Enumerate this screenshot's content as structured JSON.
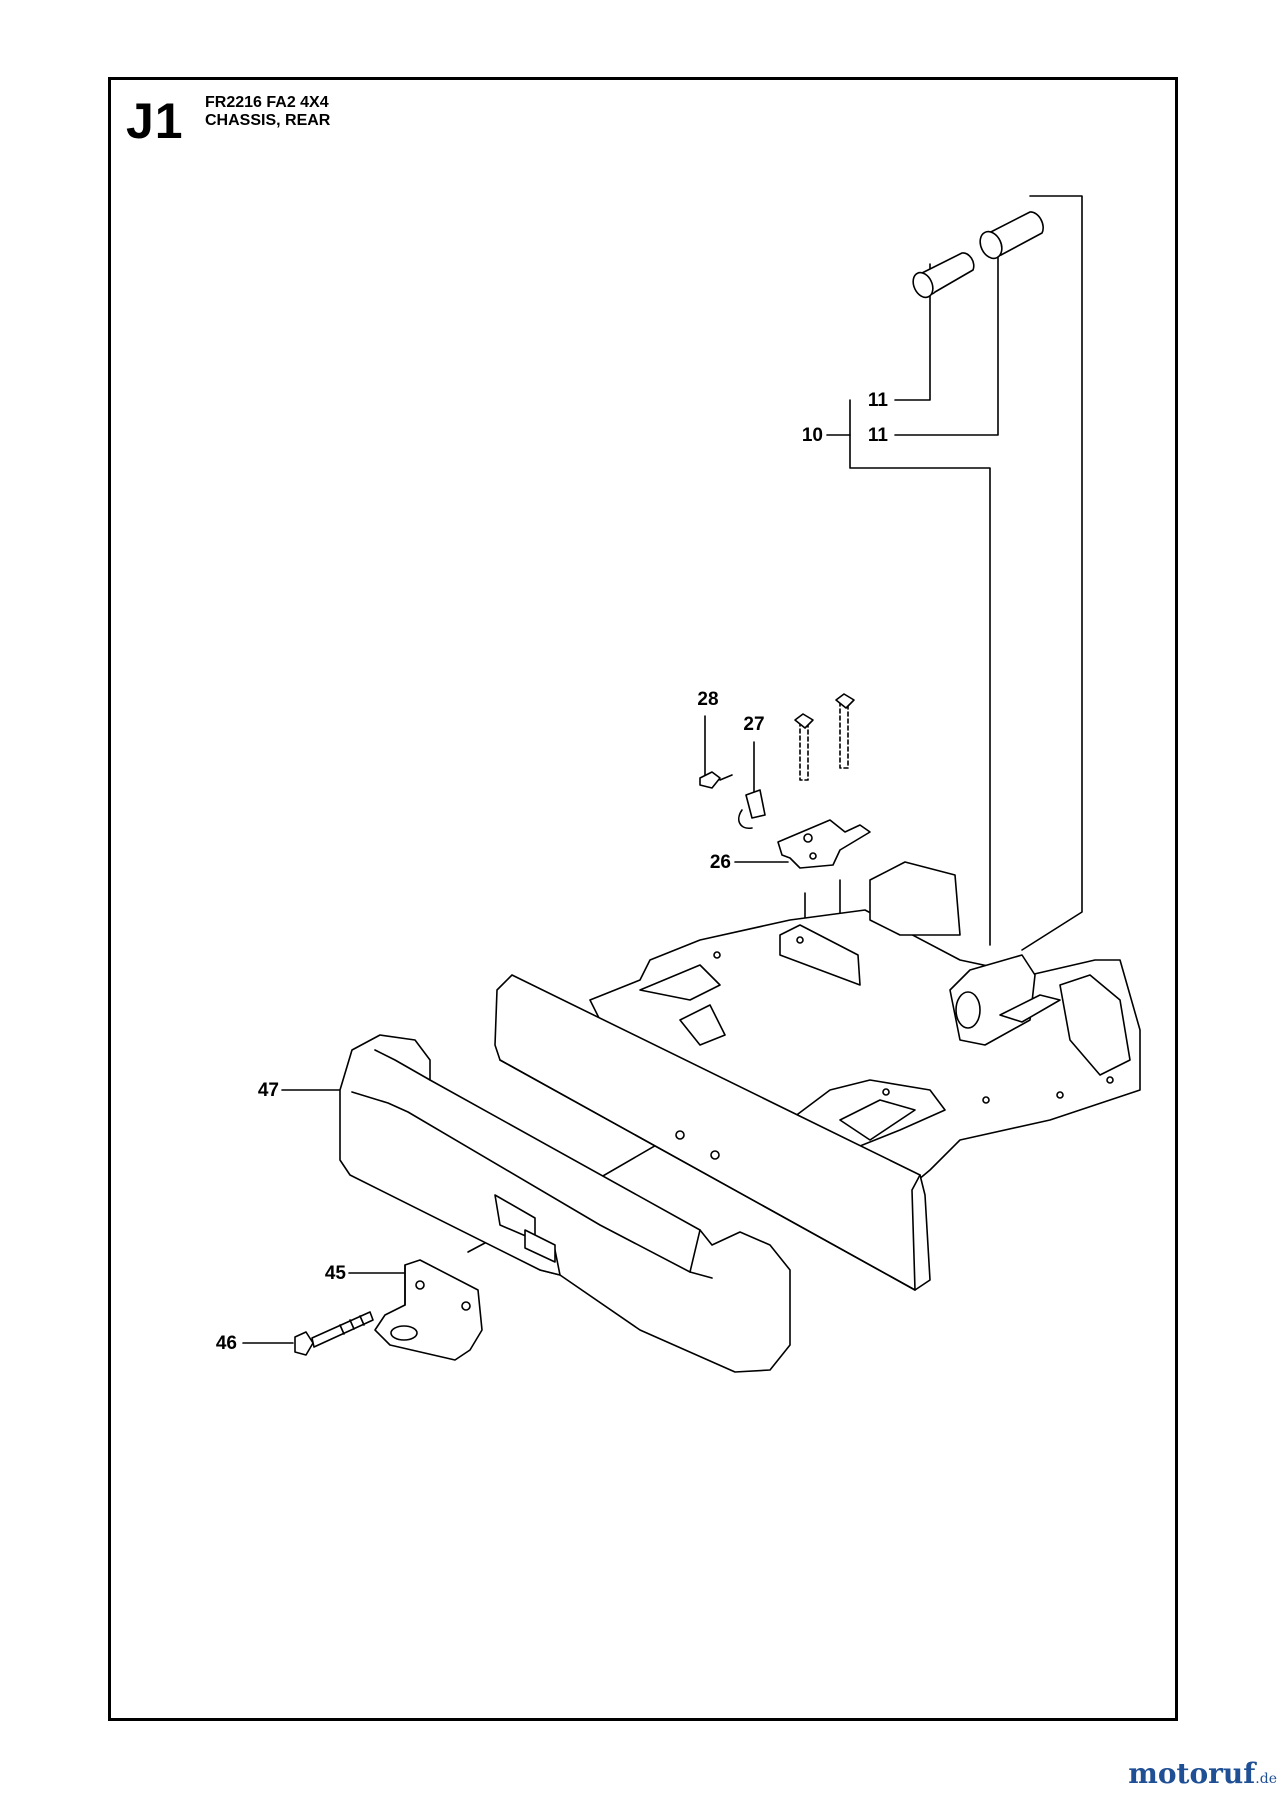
{
  "header": {
    "page_code": "J1",
    "model": "FR2216 FA2 4X4",
    "section": "CHASSIS, REAR"
  },
  "callouts": {
    "c10": "10",
    "c11a": "11",
    "c11b": "11",
    "c26": "26",
    "c27": "27",
    "c28": "28",
    "c45": "45",
    "c46": "46",
    "c47": "47"
  },
  "watermark": {
    "brand": "motoruf",
    "tld": ".de"
  }
}
